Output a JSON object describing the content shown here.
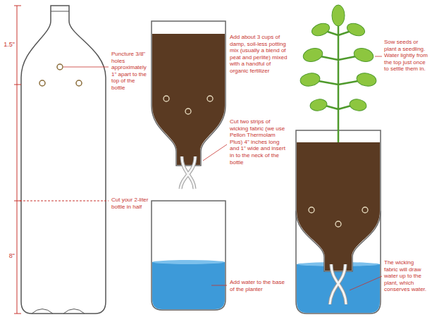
{
  "diagram": {
    "labels": [
      "1.5\"",
      "Puncture 3/8\" holes approximately 1\" apart to the top of the bottle",
      "Cut your 2-liter bottle in half",
      "8\"",
      "Add about 3 cups of damp, soil-less potting mix (usually a blend of peat and perlite) mixed with a handful of organic fertilizer",
      "Cut two strips of wicking fabric (we use Pellon Thermolam Plus) 4\" inches long and 1\" wide and insert in to the neck of the bottle",
      "Add water to the base of the planter",
      "Sow seeds or plant a seedling. Water lightly from the top just once to settle them in.",
      "The wicking fabric will draw water up to the plant, which conserves water."
    ]
  }
}
